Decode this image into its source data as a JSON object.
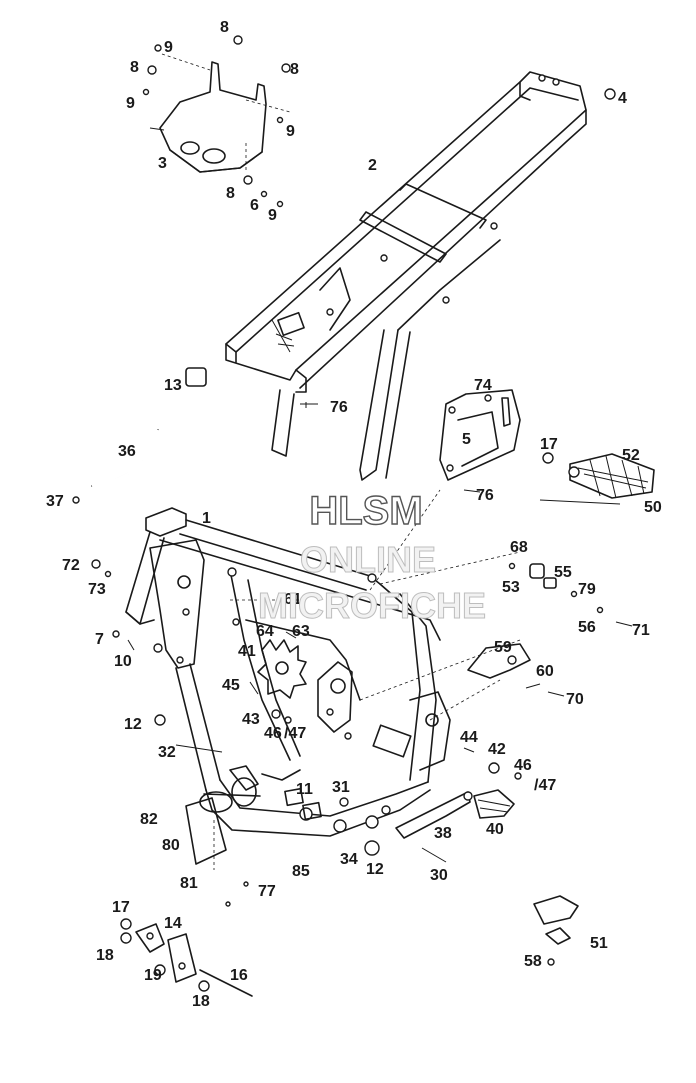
{
  "callouts": {
    "p1": "1",
    "p2": "2",
    "p3": "3",
    "p4": "4",
    "p5": "5",
    "p6": "6",
    "p7": "7",
    "p8a": "8",
    "p8b": "8",
    "p8c": "8",
    "p8d": "8",
    "p9a": "9",
    "p9b": "9",
    "p9c": "9",
    "p9d": "9",
    "p10": "10",
    "p11": "11",
    "p12a": "12",
    "p12b": "12",
    "p13": "13",
    "p14": "14",
    "p16": "16",
    "p17a": "17",
    "p17b": "17",
    "p18a": "18",
    "p18b": "18",
    "p19": "19",
    "p30": "30",
    "p31": "31",
    "p32": "32",
    "p34": "34",
    "p36": "36",
    "p37": "37",
    "p38": "38",
    "p40": "40",
    "p41": "41",
    "p42": "42",
    "p43": "43",
    "p44": "44",
    "p45": "45",
    "p46a": "46",
    "p46b": "46",
    "p47a": "/47",
    "p47b": "/47",
    "p50": "50",
    "p51": "51",
    "p52": "52",
    "p53": "53",
    "p55": "55",
    "p56": "56",
    "p58": "58",
    "p59": "59",
    "p60": "60",
    "p61": "61",
    "p63": "63",
    "p64": "64",
    "p68": "68",
    "p70": "70",
    "p71": "71",
    "p72": "72",
    "p73": "73",
    "p74": "74",
    "p76a": "76",
    "p76b": "76",
    "p77": "77",
    "p79": "79",
    "p80": "80",
    "p81": "81",
    "p82": "82",
    "p85": "85"
  },
  "watermark": {
    "line1": "HLSM",
    "line2": "ONLINE",
    "line3": "MICROFICHE"
  }
}
